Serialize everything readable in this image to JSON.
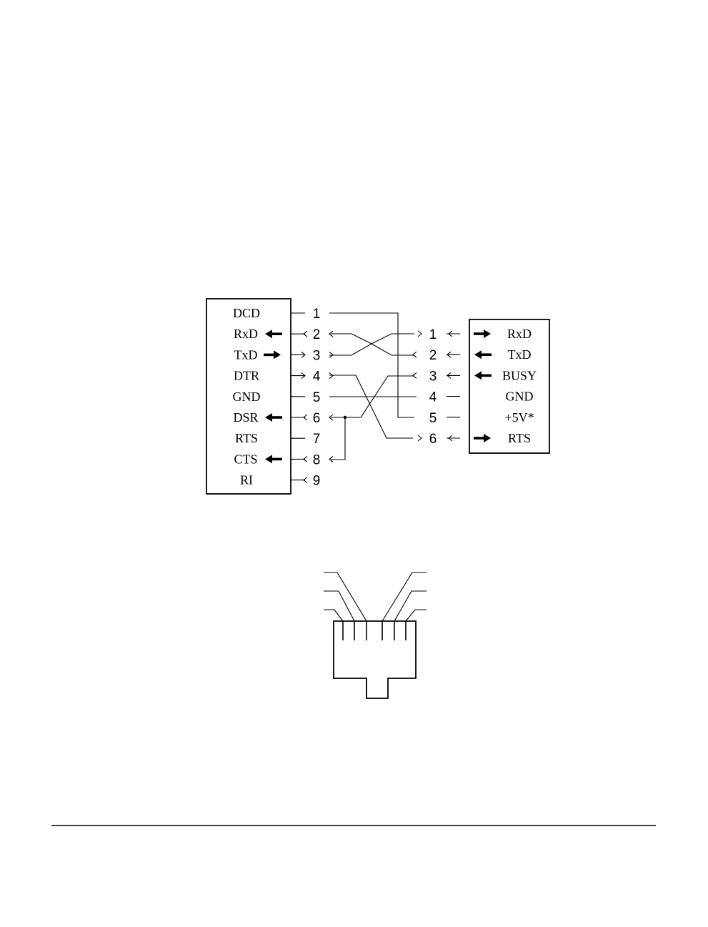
{
  "left_connector": {
    "pins": [
      {
        "num": "1",
        "label": "DCD",
        "dir": "none",
        "tick": "line"
      },
      {
        "num": "2",
        "label": "RxD",
        "dir": "in",
        "tick": "in"
      },
      {
        "num": "3",
        "label": "TxD",
        "dir": "out",
        "tick": "out"
      },
      {
        "num": "4",
        "label": "DTR",
        "dir": "none",
        "tick": "out"
      },
      {
        "num": "5",
        "label": "GND",
        "dir": "none",
        "tick": "line"
      },
      {
        "num": "6",
        "label": "DSR",
        "dir": "in",
        "tick": "in"
      },
      {
        "num": "7",
        "label": "RTS",
        "dir": "none",
        "tick": "line"
      },
      {
        "num": "8",
        "label": "CTS",
        "dir": "in",
        "tick": "in"
      },
      {
        "num": "9",
        "label": "RI",
        "dir": "none",
        "tick": "in"
      }
    ]
  },
  "right_connector": {
    "pins": [
      {
        "num": "1",
        "label": "RxD",
        "dir": "out"
      },
      {
        "num": "2",
        "label": "TxD",
        "dir": "in"
      },
      {
        "num": "3",
        "label": "BUSY",
        "dir": "in"
      },
      {
        "num": "4",
        "label": "GND",
        "dir": "none"
      },
      {
        "num": "5",
        "label": "+5V*",
        "dir": "none"
      },
      {
        "num": "6",
        "label": "RTS",
        "dir": "out"
      }
    ]
  },
  "wiring": [
    {
      "from": "2",
      "to": "1"
    },
    {
      "from": "3",
      "to": "2"
    },
    {
      "from": "1",
      "to": "5"
    },
    {
      "from": "4",
      "to": "6"
    },
    {
      "from": "5",
      "to": "4"
    },
    {
      "from": "6",
      "to": "3"
    },
    {
      "from": "6",
      "to": "8"
    }
  ],
  "colors": {
    "ink": "#000000",
    "paper": "#ffffff"
  },
  "plug_icon": "rj-modular-plug-6-contacts"
}
